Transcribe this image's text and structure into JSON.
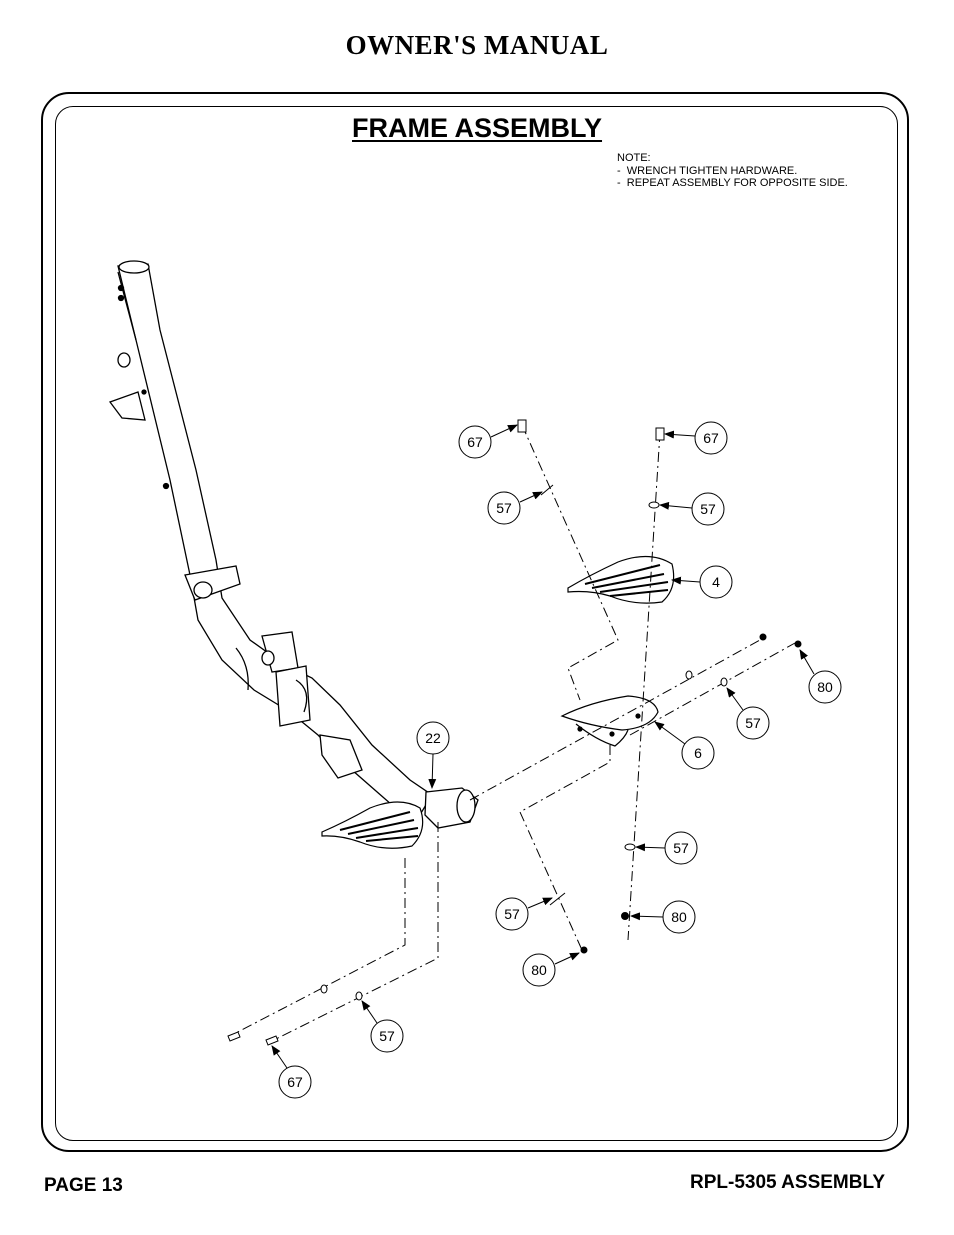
{
  "header": {
    "title": "OWNER'S MANUAL"
  },
  "section": {
    "title": "FRAME ASSEMBLY"
  },
  "note": {
    "lines": [
      "NOTE:",
      "-  WRENCH TIGHTEN HARDWARE.",
      "-  REPEAT ASSEMBLY FOR OPPOSITE SIDE."
    ]
  },
  "callouts": [
    {
      "label": "67"
    },
    {
      "label": "67"
    },
    {
      "label": "57"
    },
    {
      "label": "57"
    },
    {
      "label": "4"
    },
    {
      "label": "80"
    },
    {
      "label": "57"
    },
    {
      "label": "22"
    },
    {
      "label": "6"
    },
    {
      "label": "57"
    },
    {
      "label": "57"
    },
    {
      "label": "80"
    },
    {
      "label": "80"
    },
    {
      "label": "57"
    },
    {
      "label": "67"
    }
  ],
  "footer": {
    "page": "PAGE 13",
    "doc": "RPL-5305 ASSEMBLY"
  }
}
